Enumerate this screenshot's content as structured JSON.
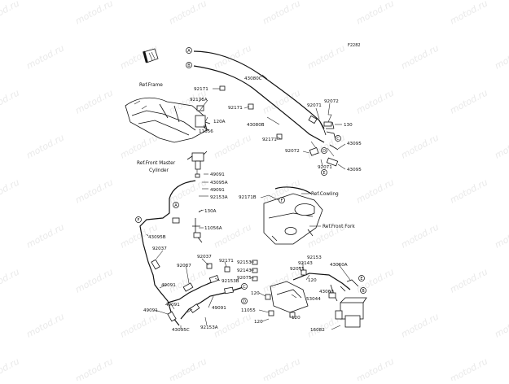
{
  "figure_code": "F2282",
  "watermark": "motod.ru",
  "refs": {
    "frame": "Ref.Frame",
    "front_master_cylinder_1": "Ref.Front Master",
    "front_master_cylinder_2": "Cylinder",
    "cowling": "Ref.Cowling",
    "front_fork": "Ref.Front Fork"
  },
  "connectors": {
    "a": "A",
    "b": "B",
    "c": "C",
    "d": "D",
    "e": "E",
    "f": "F"
  },
  "parts": {
    "p43080C": "43080C",
    "p92072_a": "92072",
    "p92071_a": "92071",
    "p130_a": "130",
    "p43095_a": "43095",
    "p43095_b": "43095",
    "p92072_b": "92072",
    "p92071_b": "92071",
    "p92171_a": "92171",
    "p92171A": "92171A",
    "p92171_b": "92171",
    "p120A": "120A",
    "p11056": "11056",
    "p43080B": "43080B",
    "p92171_c": "92171",
    "p49091_a": "49091",
    "p43095A": "43095A",
    "p49091_b": "49091",
    "p92153A": "92153A",
    "p92171B": "92171B",
    "p130A": "130A",
    "p11056A": "11056A",
    "p43095B": "43095B",
    "p92037_a": "92037",
    "p92037_b": "92037",
    "p92037_c": "92037",
    "p92171_d": "92171",
    "p92153B": "92153B",
    "p92153_a": "92153",
    "p92143_a": "92143",
    "p43060A": "43060A",
    "p92153_b": "92153",
    "p92143_b": "92143",
    "p92075_a": "92075",
    "p92075_b": "92075",
    "p120_a": "120",
    "p43060": "43060",
    "p53044": "53044",
    "p11055": "11055",
    "p120_b": "120",
    "p120_c": "120",
    "p16082": "16082",
    "p49091_c": "49091",
    "p49091_d": "49091",
    "p49091_e": "49091",
    "p49091_f": "49091",
    "p43095C": "43095C",
    "p92153A_b": "92153A"
  }
}
